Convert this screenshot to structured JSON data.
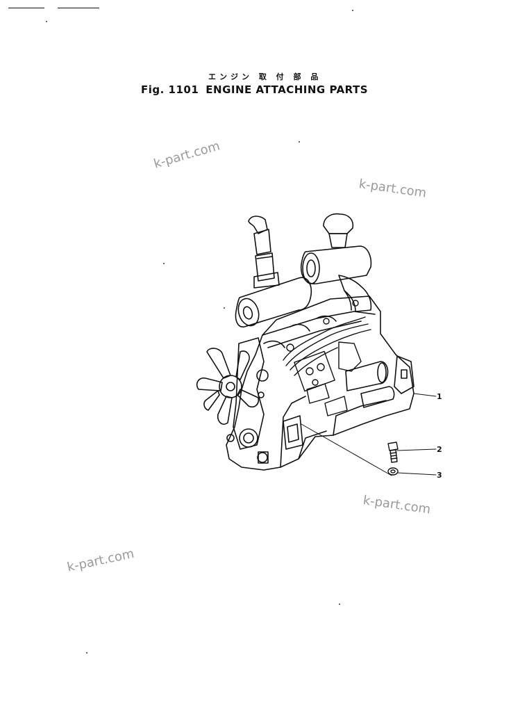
{
  "header": {
    "title_japanese": "エンジン 取 付 部 品",
    "figure_label": "Fig. 1101",
    "title_english": "ENGINE ATTACHING PARTS"
  },
  "watermarks": [
    "k-part.com",
    "k-part.com",
    "k-part.com",
    "k-part.com"
  ],
  "callouts": [
    "1",
    "2",
    "3"
  ],
  "parts_illustrated": {
    "item_1": "engine-assembly",
    "item_2": "bolt",
    "item_3": "washer"
  },
  "colors": {
    "ink": "#111111",
    "watermark": "#9a9a9a",
    "background": "#ffffff"
  }
}
